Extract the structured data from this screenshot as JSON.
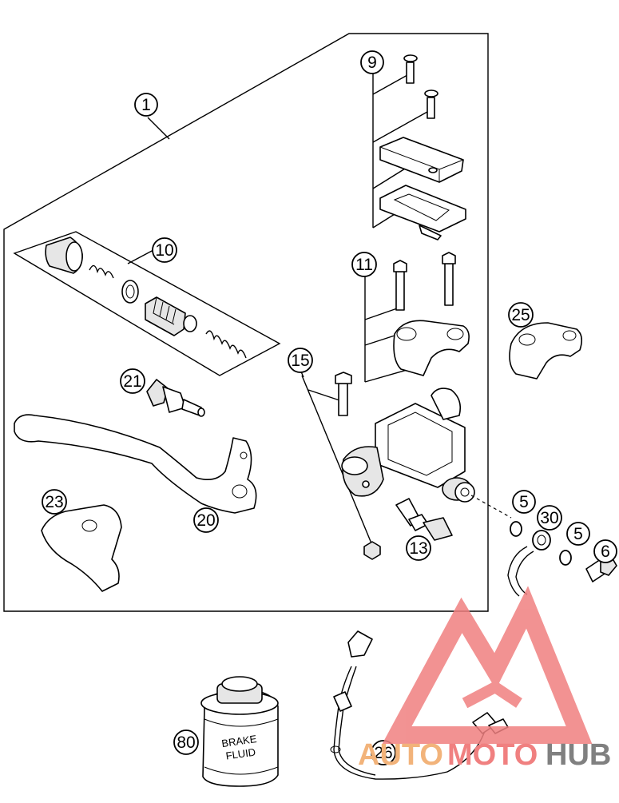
{
  "diagram": {
    "callouts": [
      {
        "id": "c1",
        "label": "1"
      },
      {
        "id": "c9",
        "label": "9"
      },
      {
        "id": "c10",
        "label": "10"
      },
      {
        "id": "c11",
        "label": "11"
      },
      {
        "id": "c15",
        "label": "15"
      },
      {
        "id": "c21",
        "label": "21"
      },
      {
        "id": "c25",
        "label": "25"
      },
      {
        "id": "c23",
        "label": "23"
      },
      {
        "id": "c20",
        "label": "20"
      },
      {
        "id": "c13",
        "label": "13"
      },
      {
        "id": "c5a",
        "label": "5"
      },
      {
        "id": "c30",
        "label": "30"
      },
      {
        "id": "c5b",
        "label": "5"
      },
      {
        "id": "c6",
        "label": "6"
      },
      {
        "id": "c80",
        "label": "80"
      },
      {
        "id": "c26",
        "label": "26"
      }
    ],
    "container_text": {
      "line1": "BRAKE",
      "line2": "FLUID"
    }
  },
  "watermark": {
    "part1": "AUTO",
    "part2": "MOTO",
    "part3": "HUB",
    "colors": {
      "triangle": "#f08080",
      "auto": "#f2b37a",
      "moto": "#f08080",
      "hub": "#808080"
    }
  }
}
